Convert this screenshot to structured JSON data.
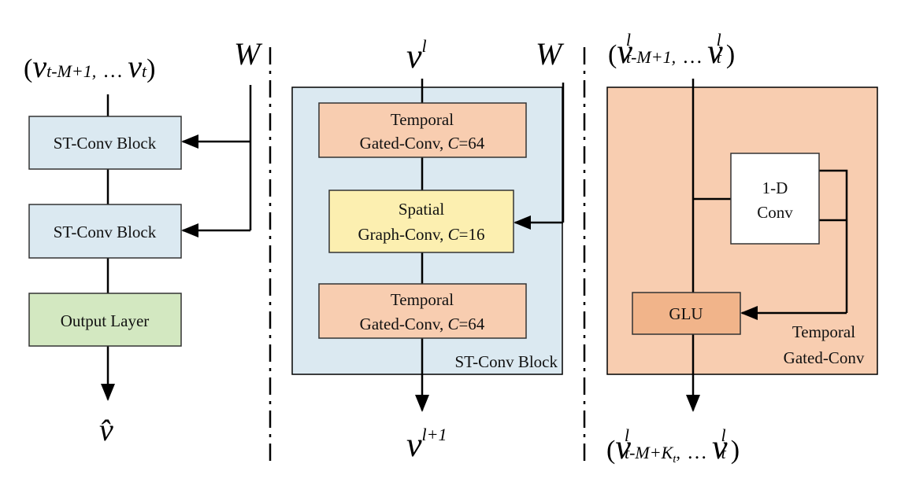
{
  "left": {
    "input_v": "v",
    "input_sub": "t-M+1,",
    "input_dots": "…",
    "input_v2": "v",
    "input_sub2": "t",
    "weight": "W",
    "blocks": [
      "ST-Conv Block",
      "ST-Conv Block"
    ],
    "output_layer": "Output Layer",
    "output": "v̂"
  },
  "middle": {
    "input": "v",
    "input_sup": "l",
    "weight": "W",
    "temporal1": [
      "Temporal",
      "Gated-Conv, ",
      "C",
      "=64"
    ],
    "spatial": [
      "Spatial",
      "Graph-Conv, ",
      "C",
      "=16"
    ],
    "temporal2": [
      "Temporal",
      "Gated-Conv, ",
      "C",
      "=64"
    ],
    "container_label": "ST-Conv Block",
    "output": "v",
    "output_sup": "l+1"
  },
  "right": {
    "input": {
      "v1": "v",
      "sup1": "l",
      "sub1": "t-M+1,",
      "dots": "…",
      "v2": "v",
      "sup2": "l",
      "sub2": "t"
    },
    "conv": [
      "1-D",
      "Conv"
    ],
    "glu": "GLU",
    "container_label": [
      "Temporal",
      "Gated-Conv"
    ],
    "output": {
      "v1": "v",
      "sup1": "l",
      "sub1": "t-M+K",
      "sub1b": "t",
      "sub1c": ",",
      "dots": "…",
      "v2": "v",
      "sup2": "l",
      "sub2": "t"
    }
  },
  "colors": {
    "st_block": "#dbe9f1",
    "temporal": "#f8cdb0",
    "spatial": "#fcefb0",
    "output_layer": "#d3e8c1",
    "glu": "#f1b48a"
  }
}
